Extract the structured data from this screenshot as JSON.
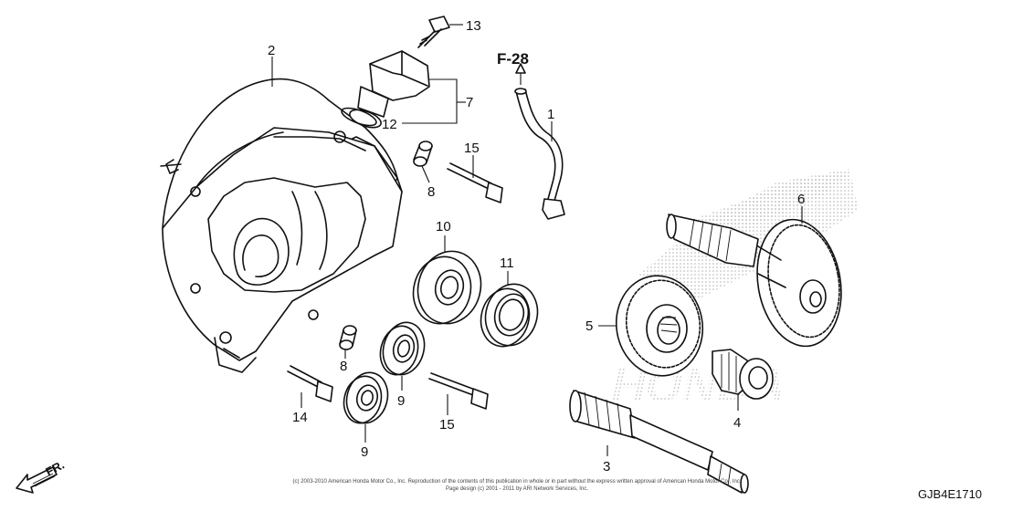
{
  "reference": "F-28",
  "diagram_code": "GJB4E1710",
  "front_marker": "FR.",
  "copyright_line1": "(c) 2003-2010 American Honda Motor Co., Inc. Reproduction of the contents of this publication in whole or in part without the express written approval of American Honda Motor Co., Inc.",
  "copyright_line2": "Page design (c) 2001 - 2011 by ARI Network Services, Inc.",
  "watermark": "HONDA",
  "callouts": {
    "c1": "1",
    "c2": "2",
    "c3": "3",
    "c4": "4",
    "c5": "5",
    "c6": "6",
    "c7": "7",
    "c8a": "8",
    "c8b": "8",
    "c9a": "9",
    "c9b": "9",
    "c10": "10",
    "c11": "11",
    "c12": "12",
    "c13": "13",
    "c14": "14",
    "c15a": "15",
    "c15b": "15"
  }
}
